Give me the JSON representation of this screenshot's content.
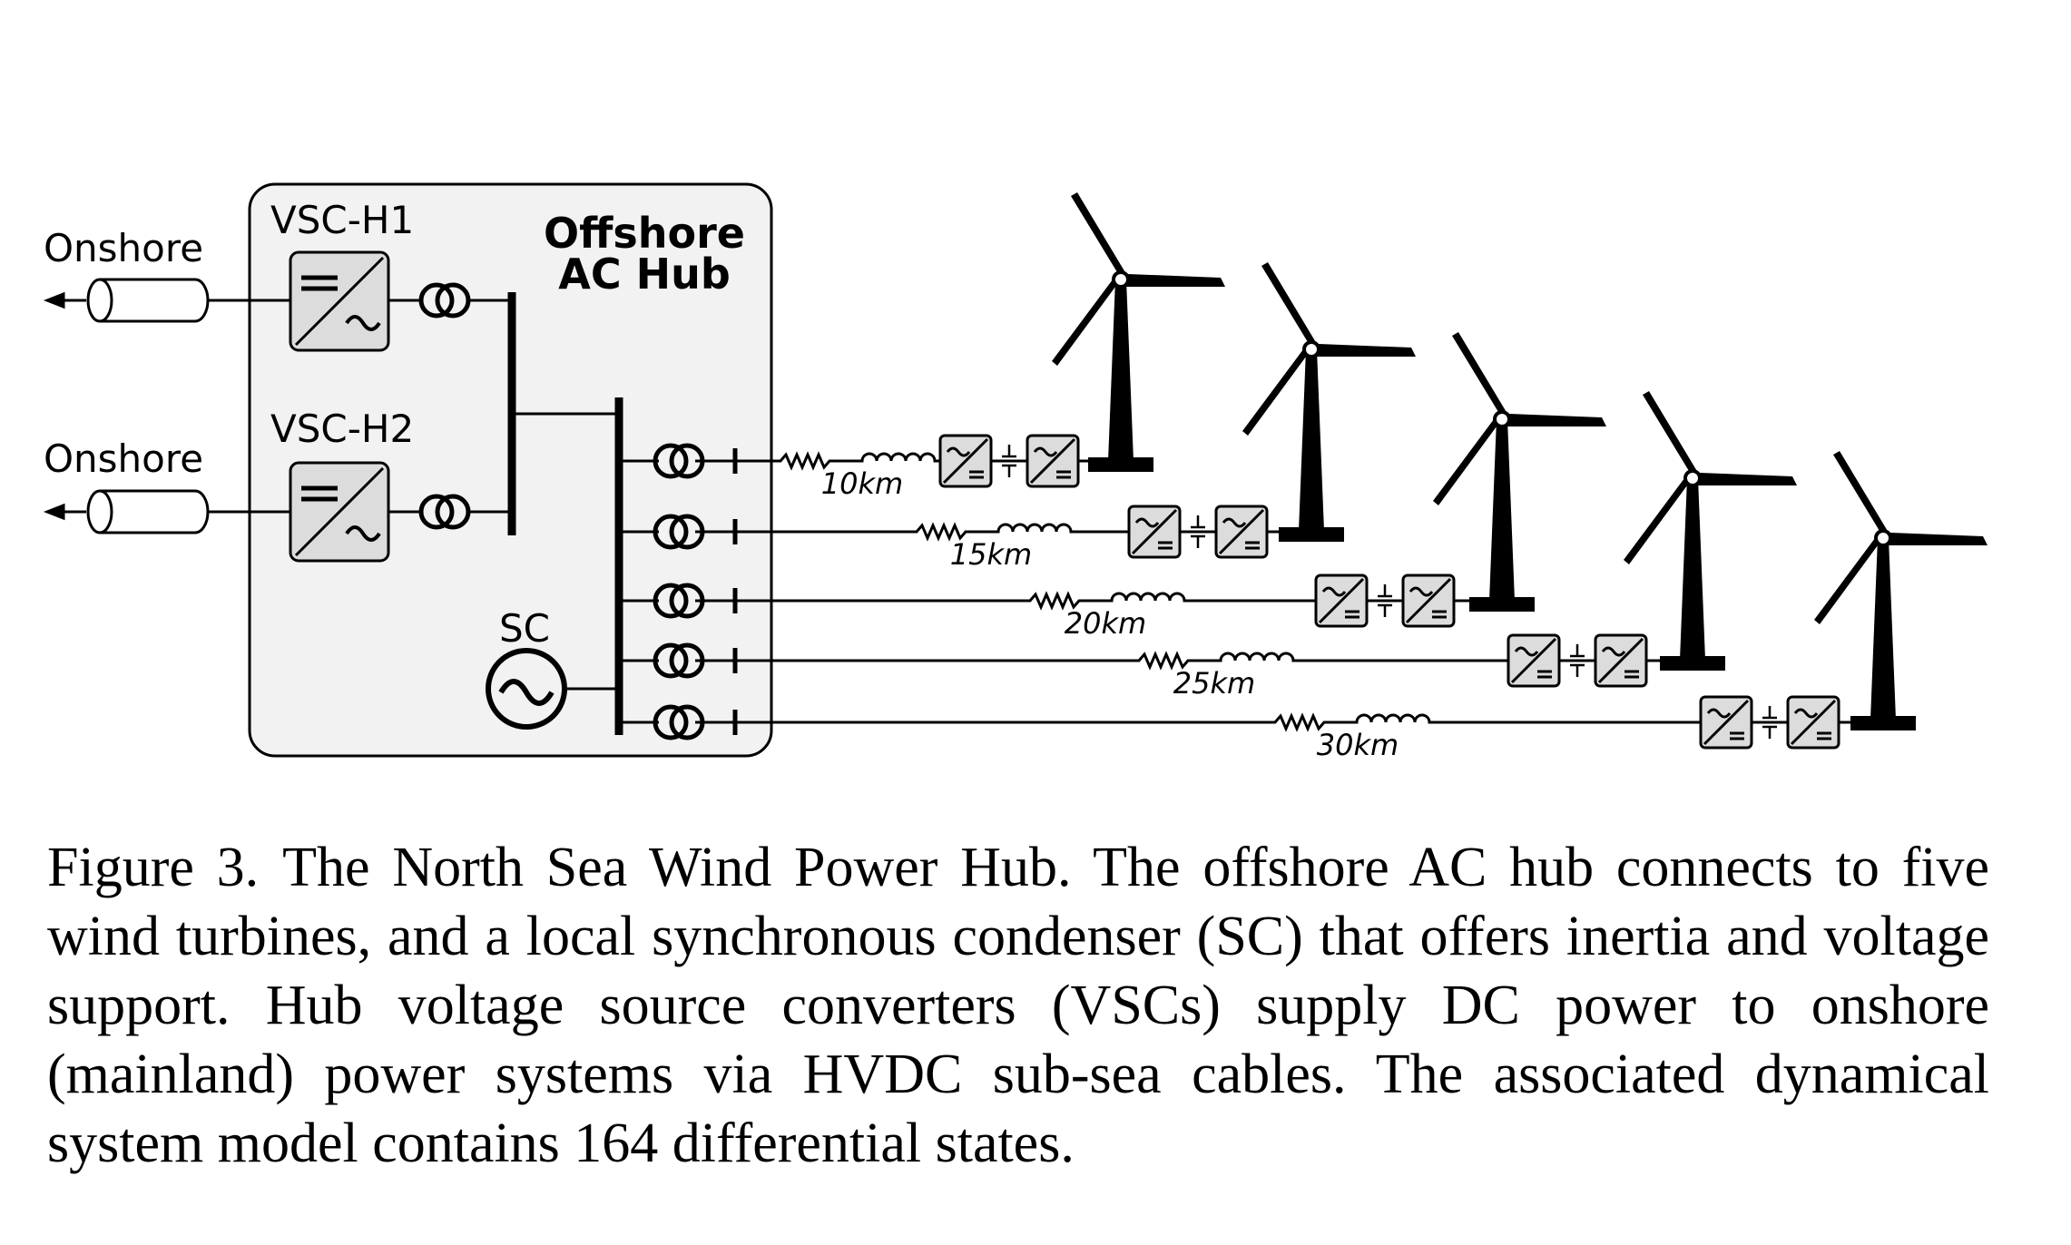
{
  "diagram": {
    "hub_title_line1": "Offshore",
    "hub_title_line2": "AC Hub",
    "converters": [
      {
        "name": "VSC-H1",
        "terminal": "Onshore"
      },
      {
        "name": "VSC-H2",
        "terminal": "Onshore"
      }
    ],
    "sc_label": "SC",
    "feeders": [
      {
        "distance": "10km"
      },
      {
        "distance": "15km"
      },
      {
        "distance": "20km"
      },
      {
        "distance": "25km"
      },
      {
        "distance": "30km"
      }
    ]
  },
  "caption": {
    "label": "Figure 3.",
    "text": "The North Sea Wind Power Hub. The offshore AC hub connects to five wind turbines, and a local synchronous condenser (SC) that offers inertia and voltage support. Hub voltage source converters (VSCs) supply DC power to onshore (mainland) power systems via HVDC sub-sea cables. The associated dynamical system model contains 164 differential states."
  }
}
